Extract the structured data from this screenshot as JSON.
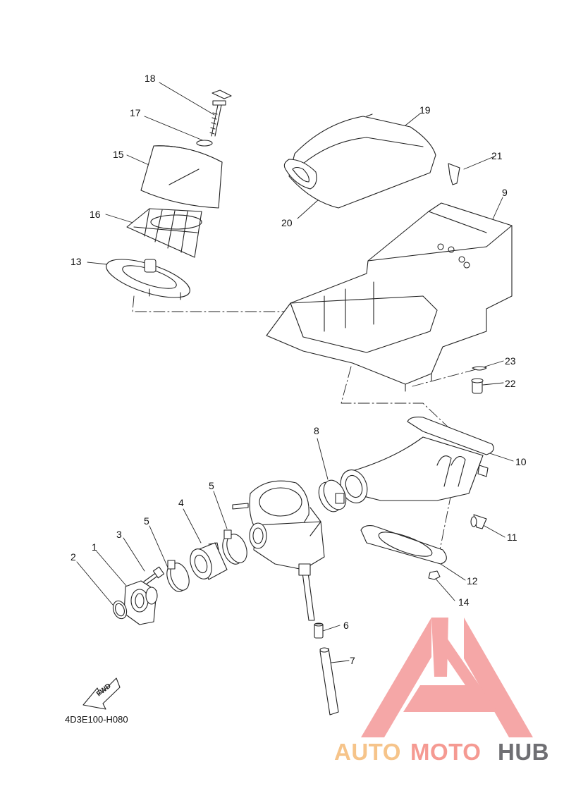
{
  "diagram": {
    "drawing_code": "4D3E100-H080",
    "fwd_arrow_text": "FWD",
    "callouts": [
      {
        "id": "label-18",
        "text": "18"
      },
      {
        "id": "label-17",
        "text": "17"
      },
      {
        "id": "label-15",
        "text": "15"
      },
      {
        "id": "label-16",
        "text": "16"
      },
      {
        "id": "label-13",
        "text": "13"
      },
      {
        "id": "label-19",
        "text": "19"
      },
      {
        "id": "label-21",
        "text": "21"
      },
      {
        "id": "label-20",
        "text": "20"
      },
      {
        "id": "label-9",
        "text": "9"
      },
      {
        "id": "label-23",
        "text": "23"
      },
      {
        "id": "label-22",
        "text": "22"
      },
      {
        "id": "label-8",
        "text": "8"
      },
      {
        "id": "label-10",
        "text": "10"
      },
      {
        "id": "label-4",
        "text": "4"
      },
      {
        "id": "label-5a",
        "text": "5"
      },
      {
        "id": "label-5b",
        "text": "5"
      },
      {
        "id": "label-3",
        "text": "3"
      },
      {
        "id": "label-1",
        "text": "1"
      },
      {
        "id": "label-2",
        "text": "2"
      },
      {
        "id": "label-11",
        "text": "11"
      },
      {
        "id": "label-12",
        "text": "12"
      },
      {
        "id": "label-14",
        "text": "14"
      },
      {
        "id": "label-6",
        "text": "6"
      },
      {
        "id": "label-7",
        "text": "7"
      }
    ]
  },
  "watermark": {
    "part1": "AUTO",
    "part2": "MOTO",
    "part3": "HUB",
    "colors": {
      "auto": "#f6c48a",
      "moto": "#f59a92",
      "hub": "#6f6f73",
      "logo": "#f28a8a"
    }
  }
}
